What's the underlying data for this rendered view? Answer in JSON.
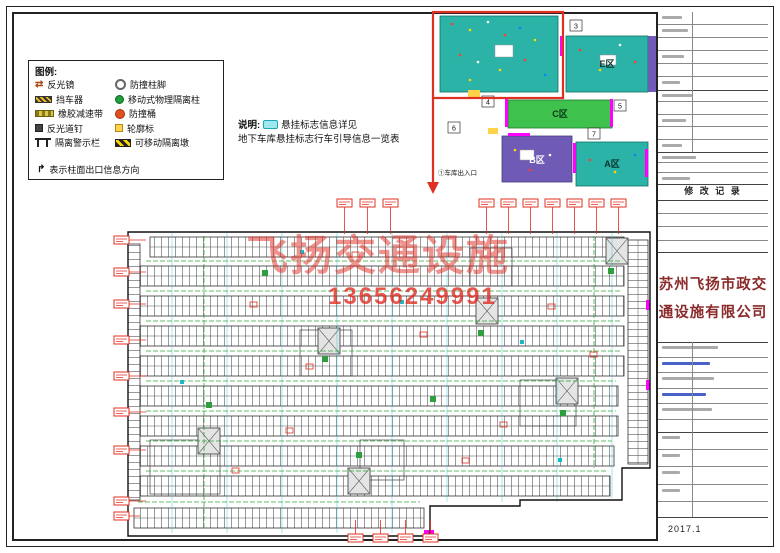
{
  "colors": {
    "callout_red": "#e03022",
    "zone_teal": "#2ab3a6",
    "zone_green": "#3fc24d",
    "zone_purple": "#6f5bb5",
    "highlight_magenta": "#ff00ff",
    "grid_cyan": "#19b8c8",
    "lane_green": "#1e9e28",
    "company_text": "#8a2a2a",
    "watermark_red": "#e0281e"
  },
  "legend": {
    "title": "图例:",
    "left": [
      {
        "icon": "mirror-icon",
        "label": "反光镜"
      },
      {
        "icon": "wheel-stop-icon",
        "label": "挡车器"
      },
      {
        "icon": "speed-bump-icon",
        "label": "橡胶减速带"
      },
      {
        "icon": "road-stud-icon",
        "label": "反光道钉"
      },
      {
        "icon": "warning-barrier-icon",
        "label": "隔离警示栏"
      }
    ],
    "right": [
      {
        "icon": "column-foot-icon",
        "label": "防撞柱脚"
      },
      {
        "icon": "movable-column-icon",
        "label": "移动式物理隔离柱"
      },
      {
        "icon": "crash-barrel-icon",
        "label": "防撞桶"
      },
      {
        "icon": "contour-marker-icon",
        "label": "轮廓标"
      },
      {
        "icon": "isolation-pier-icon",
        "label": "可移动隔离墩"
      }
    ],
    "footer": "表示柱面出口信息方向"
  },
  "note": {
    "label": "说明:",
    "line1": "悬挂标志信息详见",
    "line2": "地下车库悬挂标志行车引导信息一览表"
  },
  "keyplan": {
    "zones": {
      "a": "A区",
      "b": "B区",
      "c": "C区",
      "e": "E区"
    },
    "numbers": [
      "3",
      "4",
      "5",
      "6",
      "7"
    ],
    "entrance": "①车库出入口"
  },
  "titleblock": {
    "record_title": "修 改 记 录",
    "company_line1": "苏州飞扬市政交",
    "company_line2": "通设施有限公司",
    "date": "2017.1"
  },
  "watermark": {
    "text": "飞扬交通设施",
    "phone": "13656249991"
  }
}
